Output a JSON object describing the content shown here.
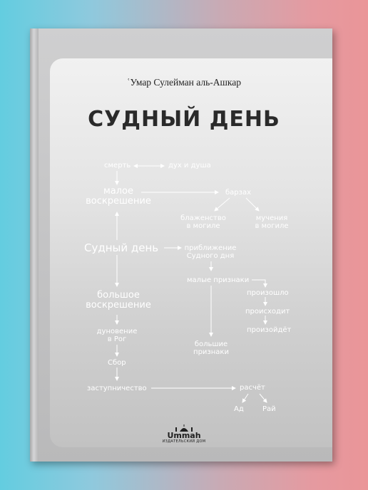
{
  "book": {
    "author": "ʿУмар Сулейман аль-Ашкар",
    "title": "СУДНЫЙ ДЕНЬ"
  },
  "diagram": {
    "death": "смерть",
    "spirit_soul": "дух и душа",
    "small_resurrection": [
      "малое",
      "воскрешение"
    ],
    "barzakh": "барзах",
    "bliss": [
      "блаженство",
      "в могиле"
    ],
    "torment": [
      "мучения",
      "в могиле"
    ],
    "judgment_day": "Судный день",
    "approach": [
      "приближение",
      "Судного дня"
    ],
    "minor_signs": "малые признаки",
    "happened": "произошло",
    "happening": "происходит",
    "will_happen": "произойдёт",
    "major_signs": [
      "большие",
      "признаки"
    ],
    "great_resurrection": [
      "большое",
      "воскрешение"
    ],
    "horn_blow": [
      "дуновение",
      "в Рог"
    ],
    "gathering": "Сбор",
    "intercession": "заступничество",
    "reckoning": "расчёт",
    "hell": "Ад",
    "paradise": "Рай"
  },
  "publisher": {
    "name": "Ummah",
    "subtitle": "ИЗДАТЕЛЬСКИЙ ДОМ"
  },
  "colors": {
    "label": "#ffffff",
    "title": "#2a2a2a"
  }
}
